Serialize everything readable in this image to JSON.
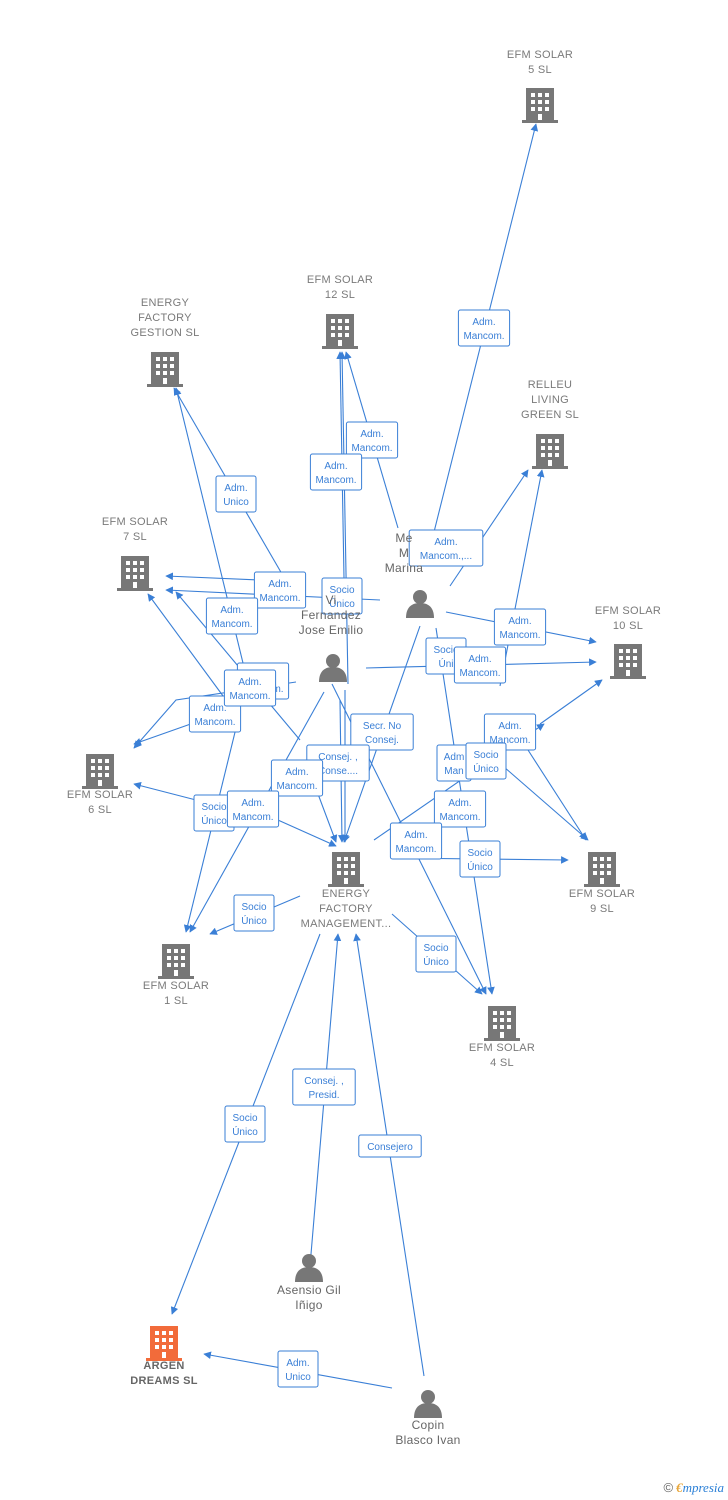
{
  "colors": {
    "edge": "#3a7fd6",
    "company": "#777777",
    "highlight": "#f26b3a",
    "person": "#777777"
  },
  "nodes": [
    {
      "id": "efm5",
      "type": "company",
      "icon": "building-icon",
      "lines": [
        "EFM SOLAR",
        "5  SL"
      ]
    },
    {
      "id": "efm12",
      "type": "company",
      "icon": "building-icon",
      "lines": [
        "EFM SOLAR",
        "12  SL"
      ]
    },
    {
      "id": "efg",
      "type": "company",
      "icon": "building-icon",
      "lines": [
        "ENERGY",
        "FACTORY",
        "GESTION  SL"
      ]
    },
    {
      "id": "relleu",
      "type": "company",
      "icon": "building-icon",
      "lines": [
        "RELLEU",
        "LIVING",
        "GREEN  SL"
      ]
    },
    {
      "id": "efm7",
      "type": "company",
      "icon": "building-icon",
      "lines": [
        "EFM SOLAR",
        "7  SL"
      ]
    },
    {
      "id": "efm10",
      "type": "company",
      "icon": "building-icon",
      "lines": [
        "EFM SOLAR",
        "10  SL"
      ]
    },
    {
      "id": "efm6",
      "type": "company",
      "icon": "building-icon",
      "lines": [
        "EFM SOLAR",
        "6  SL"
      ]
    },
    {
      "id": "efm9",
      "type": "company",
      "icon": "building-icon",
      "lines": [
        "EFM SOLAR",
        "9  SL"
      ]
    },
    {
      "id": "efm1",
      "type": "company",
      "icon": "building-icon",
      "lines": [
        "EFM SOLAR",
        "1  SL"
      ]
    },
    {
      "id": "efm4",
      "type": "company",
      "icon": "building-icon",
      "lines": [
        "EFM SOLAR",
        "4  SL"
      ]
    },
    {
      "id": "efmgmt",
      "type": "company",
      "icon": "building-icon",
      "lines": [
        "ENERGY",
        "FACTORY",
        "MANAGEMENT..."
      ]
    },
    {
      "id": "argen",
      "type": "target",
      "icon": "building-icon",
      "lines": [
        "ARGEN",
        "DREAMS  SL"
      ]
    },
    {
      "id": "medina",
      "type": "person",
      "icon": "person-icon",
      "lines": [
        "Me",
        "M",
        "Marina"
      ]
    },
    {
      "id": "vivo",
      "type": "person",
      "icon": "person-icon",
      "lines": [
        "Vi",
        "Fernandez",
        "Jose Emilio"
      ]
    },
    {
      "id": "asensio",
      "type": "person",
      "icon": "person-icon",
      "lines": [
        "Asensio Gil",
        "Iñigo"
      ]
    },
    {
      "id": "copin",
      "type": "person",
      "icon": "person-icon",
      "lines": [
        "Copin",
        "Blasco Ivan"
      ]
    }
  ],
  "edge_labels": [
    {
      "id": "l1",
      "lines": [
        "Adm.",
        "Mancom."
      ]
    },
    {
      "id": "l2",
      "lines": [
        "Adm.",
        "Mancom."
      ]
    },
    {
      "id": "l3",
      "lines": [
        "Adm.",
        "Mancom."
      ]
    },
    {
      "id": "l4",
      "lines": [
        "Adm.",
        "Unico"
      ]
    },
    {
      "id": "l5",
      "lines": [
        "Adm.",
        "Mancom.,..."
      ]
    },
    {
      "id": "l6",
      "lines": [
        "Adm.",
        "Mancom."
      ]
    },
    {
      "id": "l7",
      "lines": [
        "Socio",
        "Único"
      ]
    },
    {
      "id": "l8",
      "lines": [
        "Adm.",
        "Mancom."
      ]
    },
    {
      "id": "l9",
      "lines": [
        "Adm.",
        "Mancom."
      ]
    },
    {
      "id": "l10",
      "lines": [
        "Socio",
        "Úni"
      ]
    },
    {
      "id": "l11",
      "lines": [
        "Adm.",
        "Mancom."
      ]
    },
    {
      "id": "l12",
      "lines": [
        "Adm.",
        "Mancom."
      ]
    },
    {
      "id": "l13",
      "lines": [
        "Adm.",
        "Mancom."
      ]
    },
    {
      "id": "l14",
      "lines": [
        "Adm.",
        "Mancom."
      ]
    },
    {
      "id": "l15",
      "lines": [
        "Secr.  No",
        "Consej."
      ]
    },
    {
      "id": "l16",
      "lines": [
        "Consej. ,",
        "Conse...."
      ]
    },
    {
      "id": "l17",
      "lines": [
        "Adm",
        "Man"
      ]
    },
    {
      "id": "l18",
      "lines": [
        "Socio",
        "Único"
      ]
    },
    {
      "id": "l19",
      "lines": [
        "Adm.",
        "Mancom."
      ]
    },
    {
      "id": "l20",
      "lines": [
        "Socio",
        "Único"
      ]
    },
    {
      "id": "l21",
      "lines": [
        "Adm.",
        "Mancom."
      ]
    },
    {
      "id": "l22",
      "lines": [
        "Adm.",
        "Mancom."
      ]
    },
    {
      "id": "l23",
      "lines": [
        "Adm.",
        "Mancom."
      ]
    },
    {
      "id": "l24",
      "lines": [
        "Socio",
        "Único"
      ]
    },
    {
      "id": "l25",
      "lines": [
        "Socio",
        "Único"
      ]
    },
    {
      "id": "l26",
      "lines": [
        "Socio",
        "Único"
      ]
    },
    {
      "id": "l27",
      "lines": [
        "Consej. ,",
        "Presid."
      ]
    },
    {
      "id": "l28",
      "lines": [
        "Socio",
        "Único"
      ]
    },
    {
      "id": "l29",
      "lines": [
        "Consejero"
      ]
    },
    {
      "id": "l30",
      "lines": [
        "Adm.",
        "Unico"
      ]
    },
    {
      "id": "l31",
      "lines": [
        "Adm.",
        "Mancom."
      ]
    }
  ],
  "brand": {
    "copyright": "©",
    "initial": "€",
    "name": "mpresia"
  }
}
